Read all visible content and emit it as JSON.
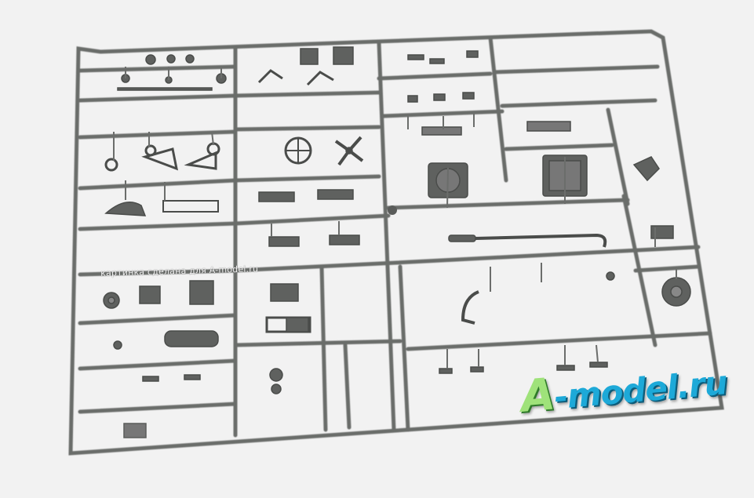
{
  "image": {
    "subject": "plastic-model-sprue",
    "colors": {
      "background": "#f2f2f2",
      "sprue": "#6b6d6b",
      "sprue_dark": "#4a4c4a",
      "watermark_blue": "#1da9d8",
      "watermark_green": "#9fe27a"
    }
  },
  "caption": "картинка сделана для A-model.ru",
  "watermark": {
    "prefix": "A",
    "text": "-model.ru"
  }
}
